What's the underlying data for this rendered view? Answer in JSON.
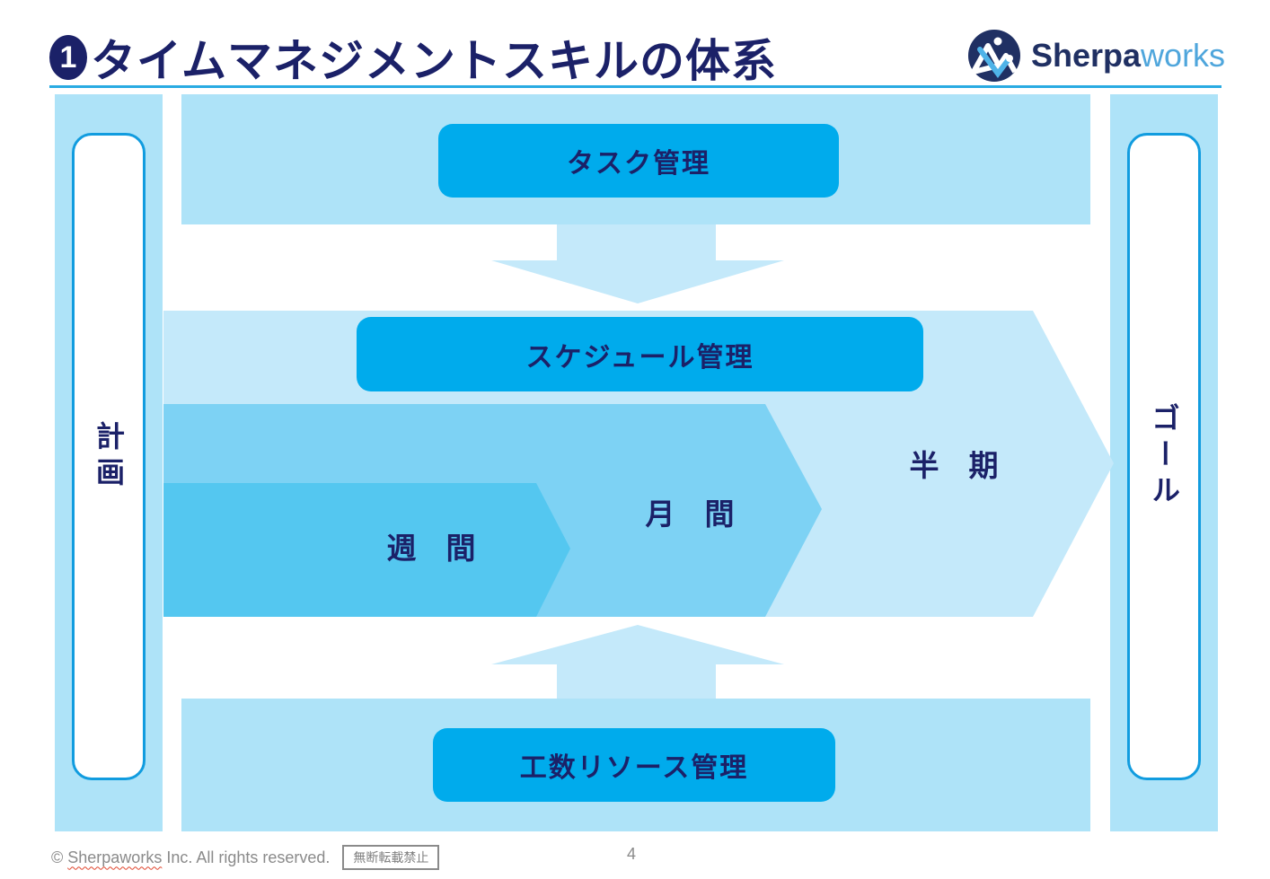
{
  "header": {
    "badge_number": "1",
    "title": "タイムマネジメントスキルの体系",
    "logo": {
      "brand_bold": "Sherpa",
      "brand_light": "works"
    }
  },
  "diagram": {
    "left_pillar_label": "計画",
    "right_pillar_label": "ゴール",
    "task_box_label": "タスク管理",
    "schedule_box_label": "スケジュール管理",
    "resource_box_label": "工数リソース管理",
    "chevrons": [
      {
        "name": "half-term",
        "label": "半　期"
      },
      {
        "name": "monthly",
        "label": "月　間"
      },
      {
        "name": "weekly",
        "label": "週　間"
      }
    ]
  },
  "footer": {
    "copyright_prefix": "© ",
    "copyright_brand": "Sherpaworks",
    "copyright_suffix": " Inc. All rights reserved.",
    "reprint_notice": "無断転載禁止",
    "page_number": "4"
  },
  "colors": {
    "accent_box_blue": "#00ABEC",
    "band_blue": "#AEE3F8",
    "chevron_light_blue": "#C4E9FA",
    "chevron_monthly_blue": "#7DD2F4",
    "chevron_weekly_blue": "#54C7F0",
    "navy_text": "#1B2168",
    "underline_cyan": "#29ABE2",
    "pillar_border_blue": "#119CDF",
    "footer_gray": "#8a8a8a"
  }
}
